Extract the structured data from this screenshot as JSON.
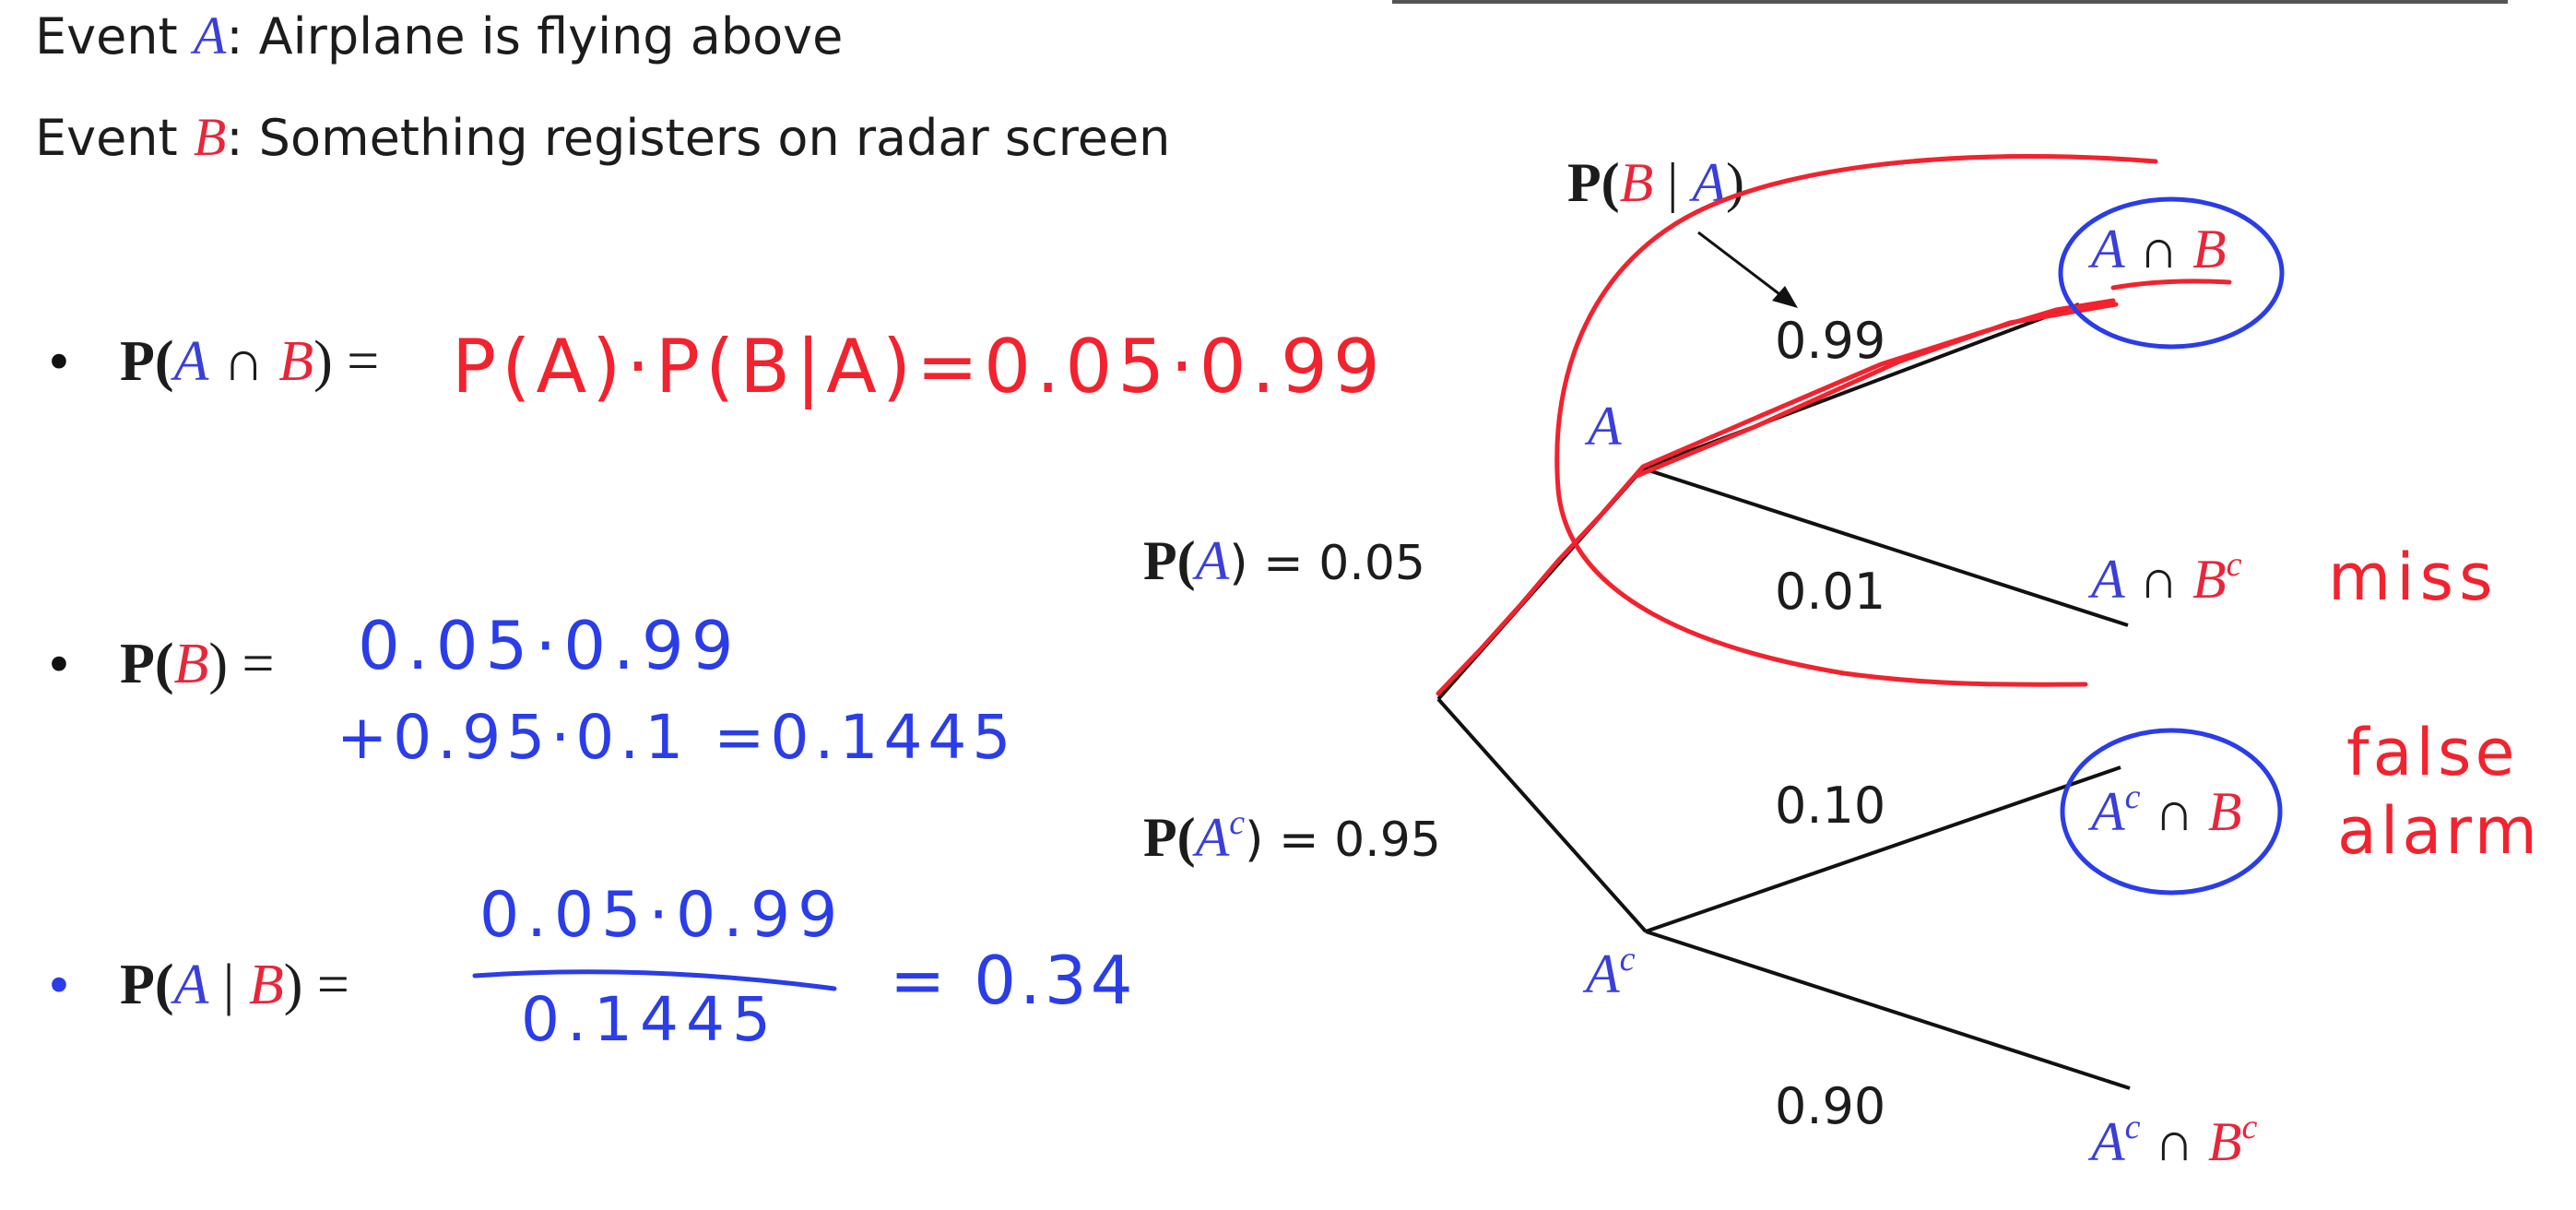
{
  "events": {
    "a_prefix": "Event ",
    "a_sym": "A",
    "a_text": ": Airplane is flying above",
    "b_prefix": "Event ",
    "b_sym": "B",
    "b_text": ": Something registers on radar screen"
  },
  "bullets": {
    "b1_lhs": {
      "p": "P(",
      "a": "A",
      "cap": " ∩ ",
      "b": "B",
      "close": ") ="
    },
    "b1_hw": "P(A)·P(B|A)=0.05·0.99",
    "b2_lhs": {
      "p": "P(",
      "b": "B",
      "close": ") ="
    },
    "b2_hw_line1": "0.05·0.99",
    "b2_hw_line2": "+0.95·0.1 =0.1445",
    "b3_lhs": {
      "p": "P(",
      "a": "A",
      "bar": " | ",
      "b": "B",
      "close": ") ="
    },
    "b3_hw_num": "0.05·0.99",
    "b3_hw_den": "0.1445",
    "b3_hw_result": "= 0.34",
    "dot": "•"
  },
  "tree": {
    "pa_label": {
      "p": "P(",
      "a": "A",
      "close": ") = 0.05"
    },
    "pac_label": {
      "p": "P(",
      "a": "A",
      "sup": "c",
      "close": ") = 0.95"
    },
    "node_a": "A",
    "node_ac": "A",
    "node_ac_sup": "c",
    "branch_099": "0.99",
    "branch_001": "0.01",
    "branch_010": "0.10",
    "branch_090": "0.90",
    "pba": {
      "p": "P(",
      "b": "B",
      "bar": " | ",
      "a": "A",
      "close": ")"
    },
    "leaf1": {
      "a": "A",
      "cap": " ∩ ",
      "b": "B"
    },
    "leaf2": {
      "a": "A",
      "cap": " ∩ ",
      "b": "B",
      "bsup": "c"
    },
    "leaf3": {
      "a": "A",
      "asup": "c",
      "cap": " ∩ ",
      "b": "B"
    },
    "leaf4": {
      "a": "A",
      "asup": "c",
      "cap": " ∩ ",
      "b": "B",
      "bsup": "c"
    }
  },
  "annotations": {
    "miss": "miss",
    "false_alarm_1": "false",
    "false_alarm_2": "alarm"
  },
  "colors": {
    "event_a": "#3a3fd8",
    "event_b": "#e8263a",
    "ink_red": "#f2222e",
    "ink_blue": "#2a3de8"
  }
}
